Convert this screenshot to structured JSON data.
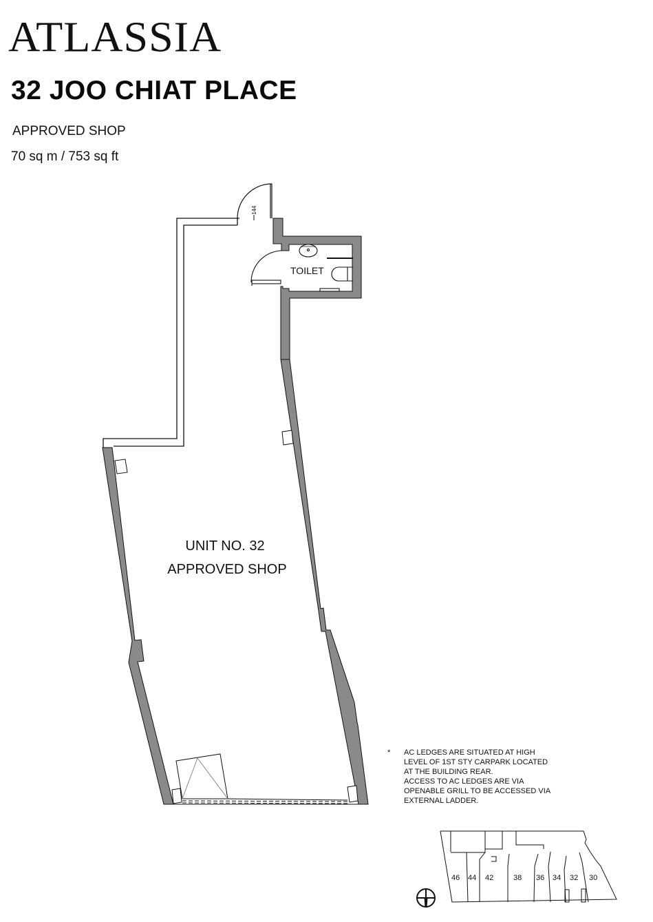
{
  "brand": {
    "logo_text": "ATLASSIA"
  },
  "header": {
    "title": "32 JOO CHIAT PLACE",
    "unit_type": "APPROVED SHOP",
    "area": "70 sq m / 753 sq ft"
  },
  "plan": {
    "unit_label": "UNIT NO. 32",
    "unit_type_label": "APPROVED SHOP",
    "toilet_label": "TOILET",
    "door_dimension": "144",
    "wall_color": "#8a8a8a",
    "line_color": "#111111"
  },
  "note": {
    "marker": "*",
    "lines": [
      "AC LEDGES ARE SITUATED AT HIGH",
      "LEVEL OF 1ST STY CARPARK LOCATED",
      "AT THE BUILDING REAR.",
      "ACCESS TO AC LEDGES ARE VIA",
      "OPENABLE GRILL TO BE ACCESSED VIA",
      "EXTERNAL LADDER."
    ]
  },
  "key_plan": {
    "units": [
      "46",
      "44",
      "42",
      "38",
      "36",
      "34",
      "32",
      "30"
    ],
    "highlighted_unit": "32",
    "compass_icon": "north-compass-icon"
  }
}
